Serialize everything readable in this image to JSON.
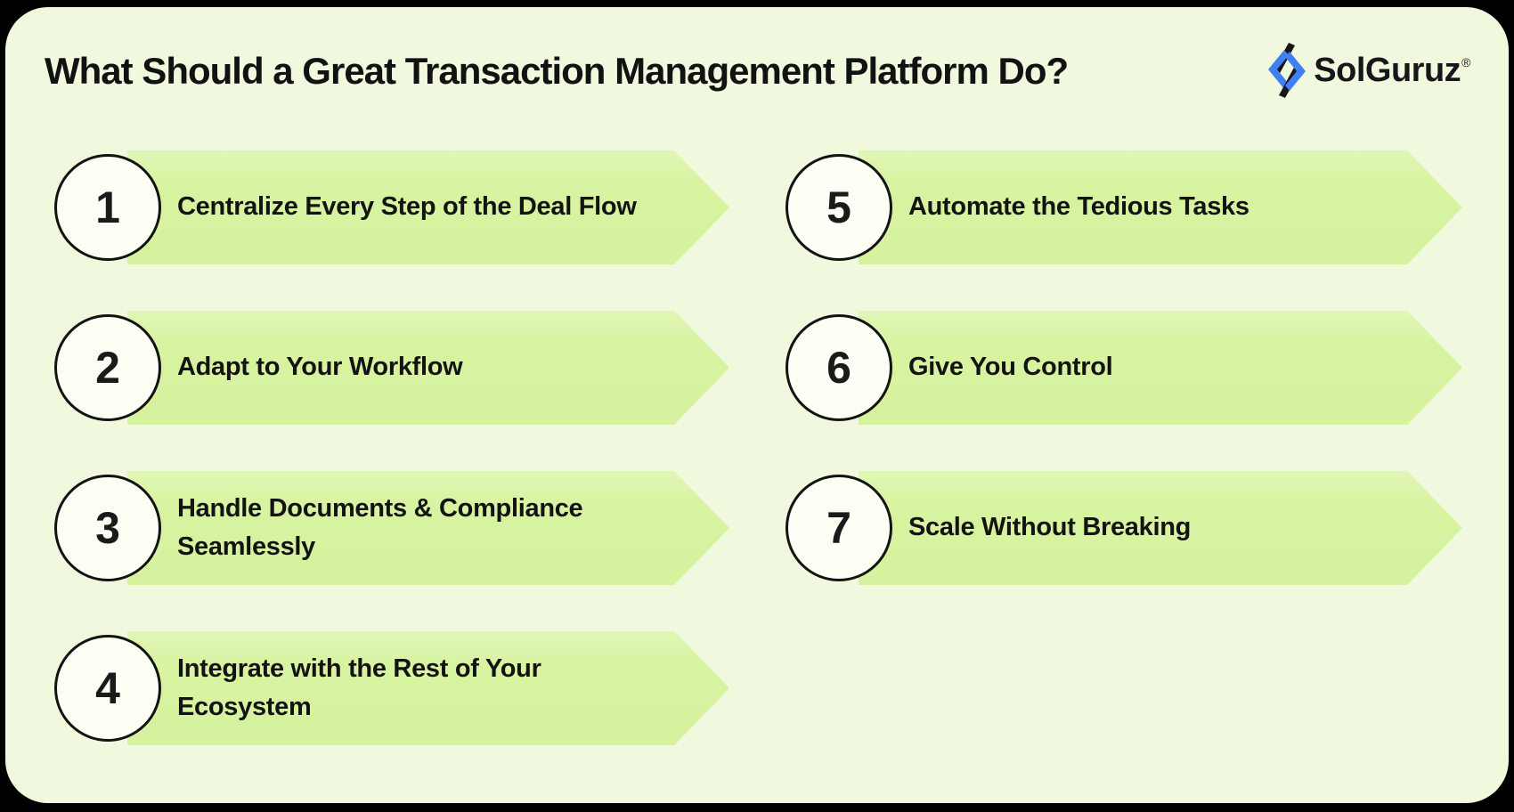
{
  "page": {
    "frame_color": "#000000",
    "card_background": "#f0f9dd"
  },
  "header": {
    "title": "What Should a Great Transaction Management Platform Do?"
  },
  "logo": {
    "brand": "SolGuruz",
    "registered_mark": "®",
    "icon": "solguruz-bolt-icon",
    "icon_blue": "#4080f2",
    "icon_black": "#17171b"
  },
  "colors": {
    "arrow_fill": "#d8f3a1",
    "arrow_fill_light": "#e1f6b6",
    "circle_fill": "#fdfff4",
    "circle_border": "#131313",
    "text": "#131313"
  },
  "items": [
    {
      "number": "1",
      "label": "Centralize Every Step of the Deal Flow"
    },
    {
      "number": "2",
      "label": "Adapt to Your Workflow"
    },
    {
      "number": "3",
      "label": "Handle Documents & Compliance Seamlessly"
    },
    {
      "number": "4",
      "label": "Integrate with the Rest of Your Ecosystem"
    },
    {
      "number": "5",
      "label": "Automate the Tedious Tasks"
    },
    {
      "number": "6",
      "label": "Give You Control"
    },
    {
      "number": "7",
      "label": "Scale Without Breaking"
    }
  ]
}
